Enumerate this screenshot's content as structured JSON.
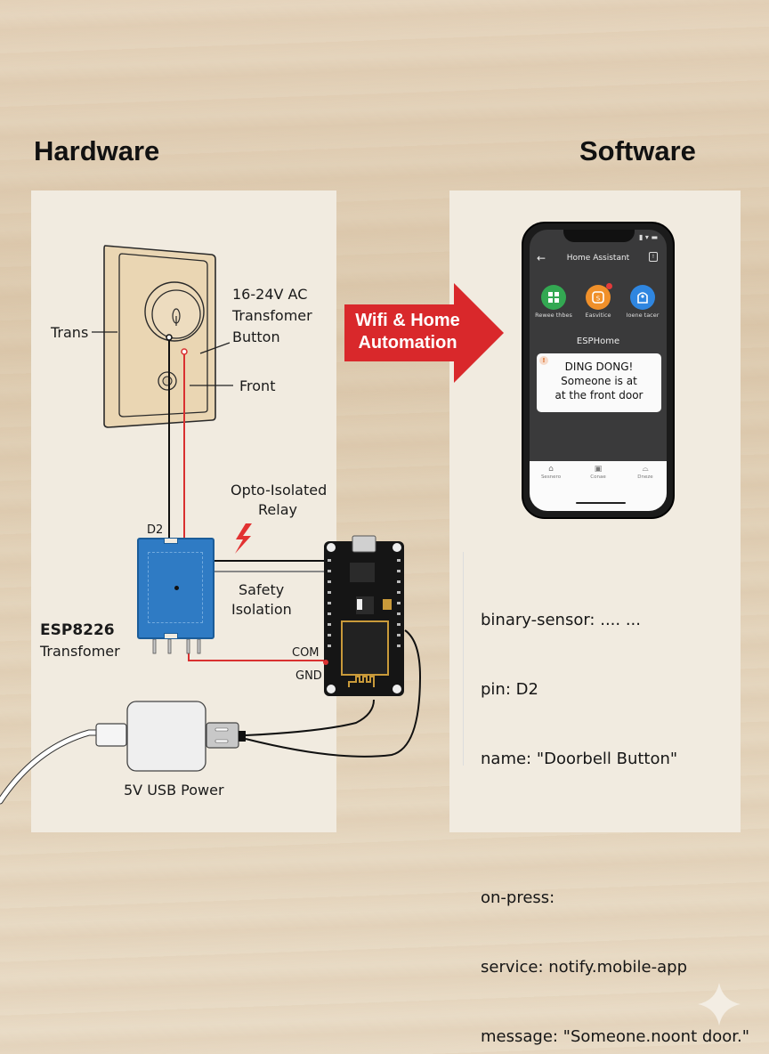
{
  "headings": {
    "hardware": "Hardware",
    "software": "Software"
  },
  "hardware": {
    "doorbell_labels": {
      "trans": "Trans",
      "spec_line1": "16-24V AC",
      "spec_line2": "Transfomer",
      "spec_line3": "Button",
      "front": "Front"
    },
    "relay_labels": {
      "title_line1": "Opto-Isolated",
      "title_line2": "Relay",
      "pin": "D2",
      "safety_line1": "Safety",
      "safety_line2": "Isolation"
    },
    "esp_labels": {
      "name": "ESP8226",
      "sub": "Transfomer",
      "com": "COM",
      "gnd": "GND"
    },
    "power_label": "5V USB Power",
    "wire_colors": {
      "signal": "#111111",
      "power": "#d93030"
    }
  },
  "arrow": {
    "line1": "Wifi & Home",
    "line2": "Automation",
    "color": "#d9282b"
  },
  "phone": {
    "app_title": "Home Assistant",
    "back_icon": "arrow-left",
    "action_icon": "clipboard",
    "apps": [
      {
        "label": "Rewee thbes",
        "icon": "grid-icon",
        "color": "#33a852"
      },
      {
        "label": "Easvitice",
        "icon": "device-icon",
        "color": "#f0902a",
        "badge": true
      },
      {
        "label": "Ioene tacer",
        "icon": "robot-icon",
        "color": "#2f86e0"
      }
    ],
    "section_label": "ESPHome",
    "notification": {
      "line1": "DING DONG!",
      "line2": "Someone is at",
      "line3": "at the front door",
      "icon": "alert-icon"
    },
    "bottom_nav": [
      {
        "label": "Sesnero",
        "icon": "home-icon"
      },
      {
        "label": "Conae",
        "icon": "image-icon"
      },
      {
        "label": "Dneze",
        "icon": "person-icon"
      }
    ]
  },
  "config_code": {
    "lines": [
      "binary-sensor: .... ...",
      "pin: D2",
      "name: \"Doorbell Button\"",
      "",
      "on-press:",
      "service: notify.mobile-app",
      "message: \"Someone.noont door.\""
    ]
  },
  "watermark_icon": "sparkle-icon"
}
